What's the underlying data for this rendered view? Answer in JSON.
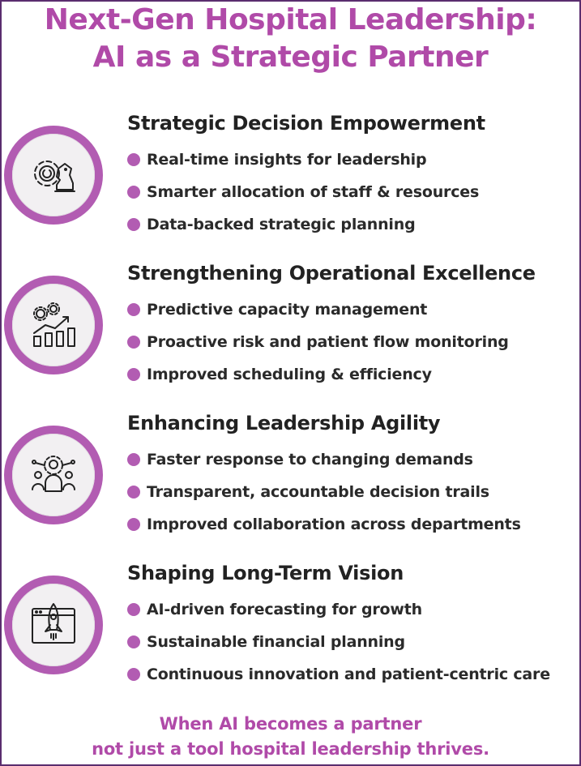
{
  "title": {
    "line1": "Next-Gen Hospital Leadership:",
    "line2": "AI as a Strategic Partner"
  },
  "sections": [
    {
      "heading": "Strategic Decision Empowerment",
      "icon": "chess-knight-strategy-icon",
      "bullets": [
        "Real-time insights for leadership",
        "Smarter allocation of staff & resources",
        "Data-backed strategic planning"
      ]
    },
    {
      "heading": "Strengthening Operational Excellence",
      "icon": "gears-bar-chart-icon",
      "bullets": [
        "Predictive capacity management",
        "Proactive risk and patient flow monitoring",
        "Improved scheduling & efficiency"
      ]
    },
    {
      "heading": "Enhancing Leadership Agility",
      "icon": "team-network-icon",
      "bullets": [
        "Faster response to changing demands",
        "Transparent, accountable decision trails",
        "Improved collaboration across departments"
      ]
    },
    {
      "heading": "Shaping Long-Term Vision",
      "icon": "rocket-launch-icon",
      "bullets": [
        "AI-driven forecasting for growth",
        "Sustainable financial planning",
        "Continuous innovation and patient-centric care"
      ]
    }
  ],
  "footer": {
    "line1": "When AI becomes a partner",
    "line2": "not just a tool hospital leadership thrives."
  },
  "colors": {
    "accent": "#b04aa8",
    "ring": "#b25cb2",
    "text": "#222222",
    "border": "#5a2d6e"
  }
}
